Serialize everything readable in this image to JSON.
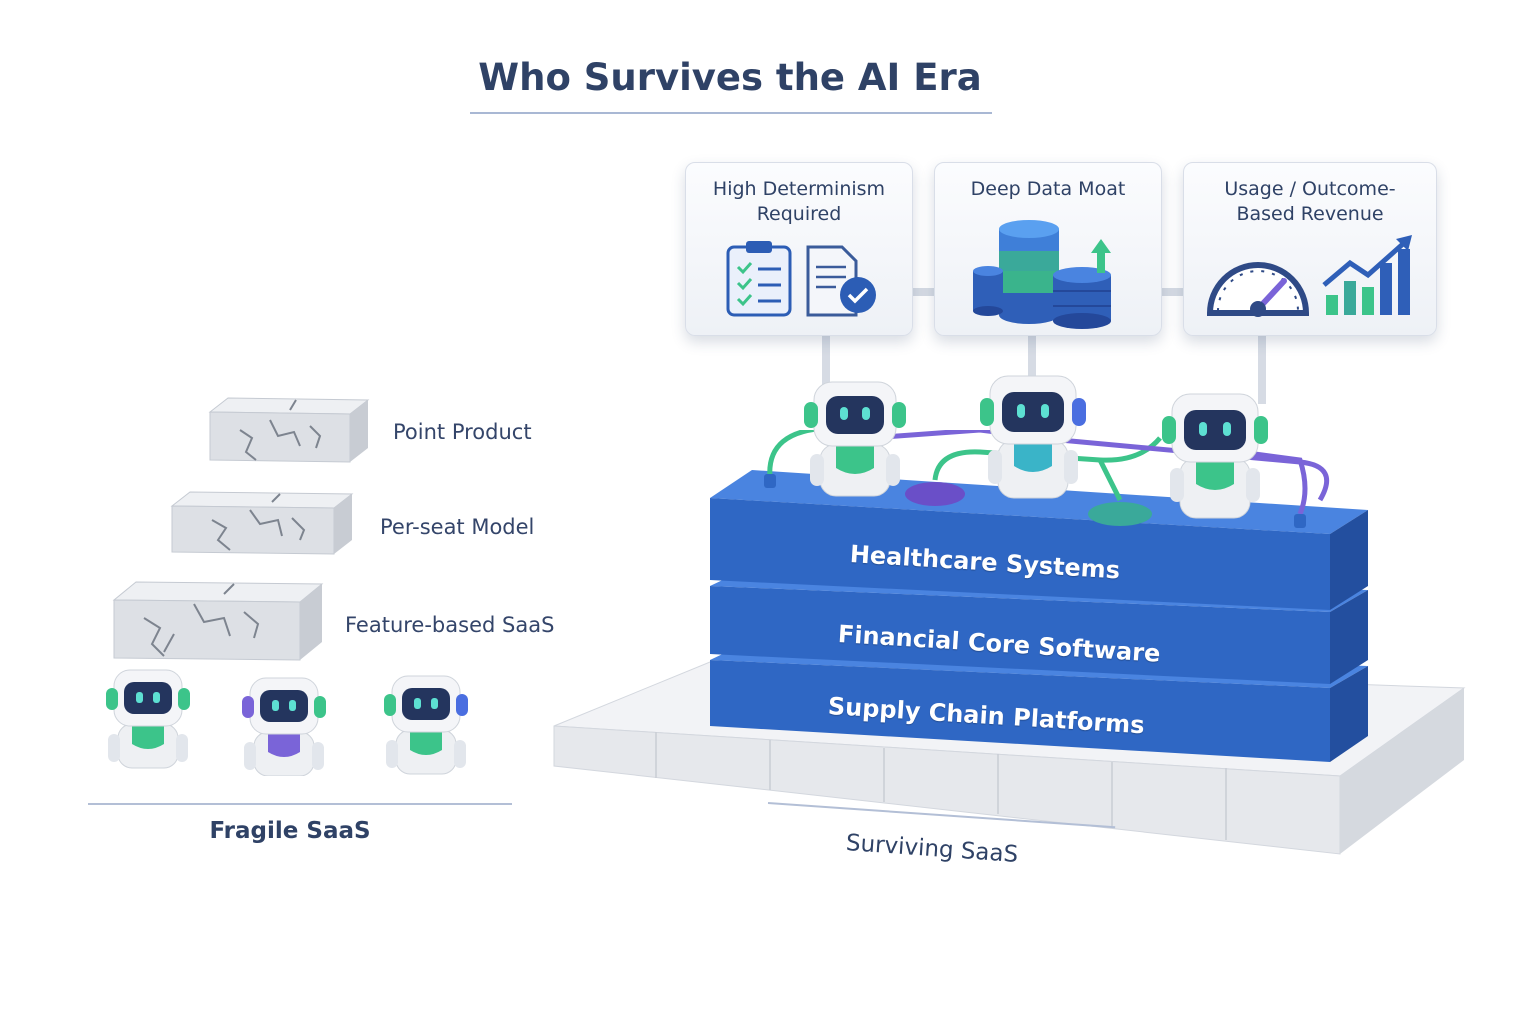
{
  "title": "Who Survives the AI Era",
  "cards": [
    {
      "label_line1": "High Determinism",
      "label_line2": "Required",
      "icon": "clipboard-checklist-icon"
    },
    {
      "label_line1": "Deep Data Moat",
      "label_line2": "",
      "icon": "database-stack-icon"
    },
    {
      "label_line1": "Usage / Outcome-",
      "label_line2": "Based Revenue",
      "icon": "gauge-growth-chart-icon"
    }
  ],
  "fragile": {
    "title": "Fragile SaaS",
    "items": [
      {
        "label": "Point Product",
        "icon": "cracked-block-icon"
      },
      {
        "label": "Per-seat Model",
        "icon": "cracked-block-icon"
      },
      {
        "label": "Feature-based SaaS",
        "icon": "cracked-block-icon"
      }
    ]
  },
  "surviving": {
    "title": "Surviving SaaS",
    "layers": [
      "Healthcare Systems",
      "Financial Core Software",
      "Supply Chain Platforms"
    ]
  },
  "colors": {
    "title": "#2f4266",
    "layer_blue": "#2f67c4",
    "accent_green": "#3cc48a",
    "accent_purple": "#7a64d8",
    "block_gray": "#d9dde3"
  }
}
